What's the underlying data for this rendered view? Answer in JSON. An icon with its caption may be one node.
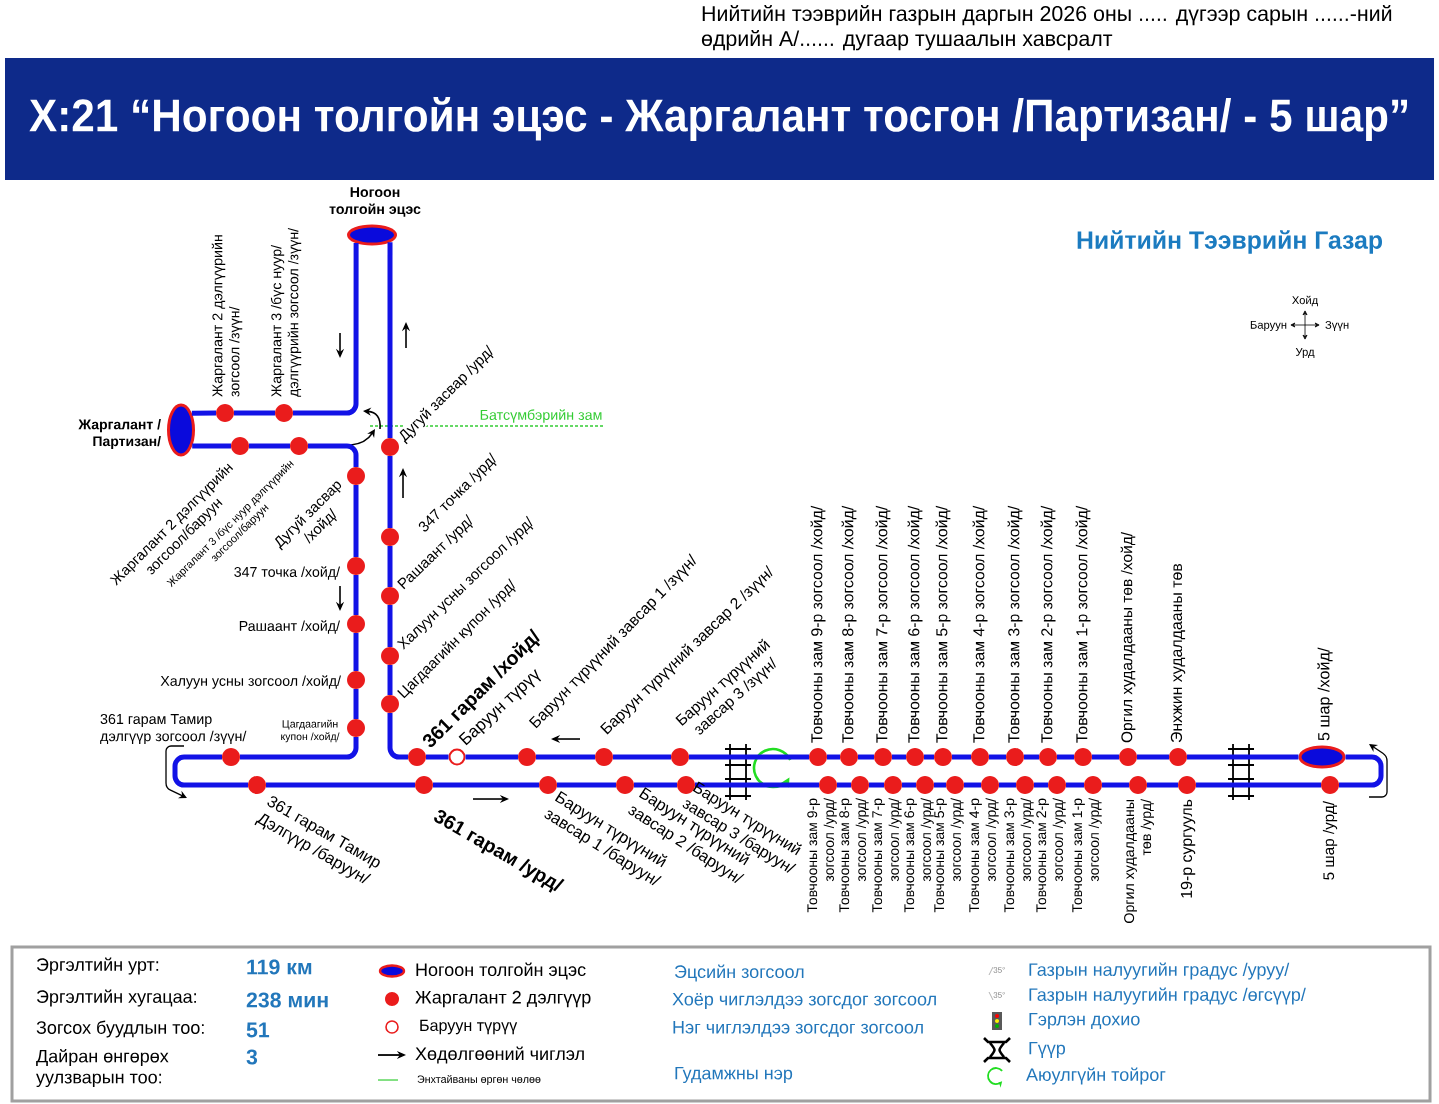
{
  "diagram": {
    "title": "Х:21 “Ногоон толгойн эцэс - Жаргалант тосгон /Партизан/ - 5 шар”",
    "nodes": [
      {
        "text": [],
        "shape": "ellipse",
        "beside": [
          "Ногоон толгойн эцэс"
        ]
      },
      {
        "text": [],
        "shape": "circle",
        "beside": [
          "Жаргалант 3 /бүс нуур/ дэлгүүрийн зогсоол /зүүн/"
        ]
      },
      {
        "text": [],
        "shape": "circle",
        "beside": [
          "Жаргалант 2 дэлгүүрийн зогсоол /зүүн/"
        ]
      },
      {
        "text": [],
        "shape": "ellipse",
        "beside": [
          "Жаргалант / Партизан/"
        ]
      },
      {
        "text": [],
        "shape": "circle",
        "beside": [
          "Жаргалант 2 дэлгүүрийн зогсоол/баруун"
        ]
      },
      {
        "text": [],
        "shape": "circle",
        "beside": [
          "Жаргалант 3 /бүс нуур дэлгүүрийн зогсоол/баруун"
        ]
      },
      {
        "text": [],
        "shape": "circle",
        "beside": [
          "Дугуй засвар /хойд/"
        ]
      },
      {
        "text": [],
        "shape": "circle",
        "beside": [
          "347 точка /хойд/"
        ]
      },
      {
        "text": [],
        "shape": "circle",
        "beside": [
          "Рашаант /хойд/"
        ]
      },
      {
        "text": [],
        "shape": "circle",
        "beside": [
          "Халуун усны зогсоол /хойд/"
        ]
      },
      {
        "text": [],
        "shape": "circle",
        "beside": [
          "Цагдаагийн купон /хойд/"
        ]
      },
      {
        "text": [],
        "shape": "circle",
        "beside": [
          "361 гарам Тамир дэлгүүр зогсоол /зүүн/"
        ]
      },
      {
        "text": [],
        "shape": "circle",
        "beside": [
          "361 гарам Тамир Дэлгүүр /баруун/"
        ]
      },
      {
        "text": [],
        "shape": "circle",
        "beside": [
          "361 гарам /урд/"
        ]
      },
      {
        "text": [],
        "shape": "circle",
        "beside": [
          "Баруун түрүүний завсар 1 /баруун/"
        ]
      },
      {
        "text": [],
        "shape": "circle",
        "beside": [
          "Баруун түрүүний завсар 2 /баруун/"
        ]
      },
      {
        "text": [],
        "shape": "circle",
        "beside": [
          "Баруун түрүүний завсар 3 /баруун/"
        ]
      },
      {
        "text": [],
        "shape": "circle",
        "beside": [
          "Товчооны зам 9-р зогсоол /урд/"
        ]
      },
      {
        "text": [],
        "shape": "circle",
        "beside": [
          "Товчооны зам 8-р зогсоол /урд/"
        ]
      },
      {
        "text": [],
        "shape": "circle",
        "beside": [
          "Товчооны зам 7-р зогсоол /урд/"
        ]
      },
      {
        "text": [],
        "shape": "circle",
        "beside": [
          "Товчооны зам 6-р зогсоол /урд/"
        ]
      },
      {
        "text": [],
        "shape": "circle",
        "beside": [
          "Товчооны зам 5-р зогсоол /урд/"
        ]
      },
      {
        "text": [],
        "shape": "circle",
        "beside": [
          "Товчооны зам 4-р зогсоол /урд/"
        ]
      },
      {
        "text": [],
        "shape": "circle",
        "beside": [
          "Товчооны зам 3-р зогсоол /урд/"
        ]
      },
      {
        "text": [],
        "shape": "circle",
        "beside": [
          "Товчооны зам 2-р зогсоол /урд/"
        ]
      },
      {
        "text": [],
        "shape": "circle",
        "beside": [
          "Товчооны зам 1-р зогсоол /урд/"
        ]
      },
      {
        "text": [],
        "shape": "circle",
        "beside": [
          "Оргил худалдааны төв /урд/"
        ]
      },
      {
        "text": [],
        "shape": "circle",
        "beside": [
          "19-р сургууль"
        ]
      },
      {
        "text": [],
        "shape": "circle",
        "beside": [
          "5 шар /урд/"
        ]
      },
      {
        "text": [],
        "shape": "ellipse",
        "beside": [
          "5 шар /хойд/"
        ]
      },
      {
        "text": [],
        "shape": "circle",
        "beside": [
          "Энхжин худалдааны төв"
        ]
      },
      {
        "text": [],
        "shape": "circle",
        "beside": [
          "Оргил худалдааны төв /хойд/"
        ]
      },
      {
        "text": [],
        "shape": "circle",
        "beside": [
          "Товчооны зам 1-р зогсоол /хойд/"
        ]
      },
      {
        "text": [],
        "shape": "circle",
        "beside": [
          "Товчооны зам 2-р зогсоол /хойд/"
        ]
      },
      {
        "text": [],
        "shape": "circle",
        "beside": [
          "Товчооны зам 3-р зогсоол /хойд/"
        ]
      },
      {
        "text": [],
        "shape": "circle",
        "beside": [
          "Товчооны зам 4-р зогсоол /хойд/"
        ]
      },
      {
        "text": [],
        "shape": "circle",
        "beside": [
          "Товчооны зам 5-р зогсоол /хойд/"
        ]
      },
      {
        "text": [],
        "shape": "circle",
        "beside": [
          "Товчооны зам 6-р зогсоол /хойд/"
        ]
      },
      {
        "text": [],
        "shape": "circle",
        "beside": [
          "Товчооны зам 7-р зогсоол /хойд/"
        ]
      },
      {
        "text": [],
        "shape": "circle",
        "beside": [
          "Товчооны зам 8-р зогсоол /хойд/"
        ]
      },
      {
        "text": [],
        "shape": "circle",
        "beside": [
          "Товчооны зам 9-р зогсоол /хойд/"
        ]
      },
      {
        "text": [],
        "shape": "circle",
        "beside": [
          "Баруун түрүүний завсар 3 /зүүн/"
        ]
      },
      {
        "text": [],
        "shape": "circle",
        "beside": [
          "Баруун түрүүний завсар 2 /зүүн/"
        ]
      },
      {
        "text": [],
        "shape": "circle",
        "beside": [
          "Баруун түрүүний завсар 1 /зүүн/"
        ]
      },
      {
        "text": [],
        "shape": "ring",
        "beside": [
          "Баруун түрүү"
        ]
      },
      {
        "text": [],
        "shape": "circle",
        "beside": [
          "361 гарам /хойд/"
        ]
      },
      {
        "text": [],
        "shape": "circle",
        "beside": [
          "Цагдаагийн купон /урд/"
        ]
      },
      {
        "text": [],
        "shape": "circle",
        "beside": [
          "Халуун усны зогсоол /урд/"
        ]
      },
      {
        "text": [],
        "shape": "circle",
        "beside": [
          "Рашаант /урд/"
        ]
      },
      {
        "text": [],
        "shape": "circle",
        "beside": [
          "347 точка /урд/"
        ]
      },
      {
        "text": [],
        "shape": "circle",
        "beside": [
          "Дугуй засвар /урд/"
        ]
      }
    ],
    "edges": [
      {
        "from": 0,
        "to": 1,
        "arrow": "none"
      },
      {
        "from": 1,
        "to": 2,
        "arrow": "none"
      },
      {
        "from": 2,
        "to": 3,
        "arrow": "none"
      },
      {
        "from": 3,
        "to": 4,
        "arrow": "none"
      },
      {
        "from": 4,
        "to": 5,
        "arrow": "none"
      },
      {
        "from": 5,
        "to": 6,
        "arrow": "none"
      },
      {
        "from": 6,
        "to": 7,
        "arrow": "none"
      },
      {
        "from": 7,
        "to": 8,
        "arrow": "none"
      },
      {
        "from": 8,
        "to": 9,
        "arrow": "none"
      },
      {
        "from": 9,
        "to": 10,
        "arrow": "none"
      },
      {
        "from": 10,
        "to": 11,
        "arrow": "none"
      },
      {
        "from": 11,
        "to": 12,
        "arrow": "none"
      },
      {
        "from": 12,
        "to": 13,
        "arrow": "none"
      },
      {
        "from": 13,
        "to": 14,
        "arrow": "none"
      },
      {
        "from": 14,
        "to": 15,
        "arrow": "none"
      },
      {
        "from": 15,
        "to": 16,
        "arrow": "none"
      },
      {
        "from": 16,
        "to": 17,
        "arrow": "none"
      },
      {
        "from": 17,
        "to": 18,
        "arrow": "none"
      },
      {
        "from": 18,
        "to": 19,
        "arrow": "none"
      },
      {
        "from": 19,
        "to": 20,
        "arrow": "none"
      },
      {
        "from": 20,
        "to": 21,
        "arrow": "none"
      },
      {
        "from": 21,
        "to": 22,
        "arrow": "none"
      },
      {
        "from": 22,
        "to": 23,
        "arrow": "none"
      },
      {
        "from": 23,
        "to": 24,
        "arrow": "none"
      },
      {
        "from": 24,
        "to": 25,
        "arrow": "none"
      },
      {
        "from": 25,
        "to": 26,
        "arrow": "none"
      },
      {
        "from": 26,
        "to": 27,
        "arrow": "none"
      },
      {
        "from": 27,
        "to": 28,
        "arrow": "none"
      },
      {
        "from": 28,
        "to": 29,
        "arrow": "none"
      },
      {
        "from": 29,
        "to": 30,
        "arrow": "none"
      },
      {
        "from": 30,
        "to": 31,
        "arrow": "none"
      },
      {
        "from": 31,
        "to": 32,
        "arrow": "none"
      },
      {
        "from": 32,
        "to": 33,
        "arrow": "none"
      },
      {
        "from": 33,
        "to": 34,
        "arrow": "none"
      },
      {
        "from": 34,
        "to": 35,
        "arrow": "none"
      },
      {
        "from": 35,
        "to": 36,
        "arrow": "none"
      },
      {
        "from": 36,
        "to": 37,
        "arrow": "none"
      },
      {
        "from": 37,
        "to": 38,
        "arrow": "none"
      },
      {
        "from": 38,
        "to": 39,
        "arrow": "none"
      },
      {
        "from": 39,
        "to": 40,
        "arrow": "none"
      },
      {
        "from": 40,
        "to": 41,
        "arrow": "none"
      },
      {
        "from": 41,
        "to": 42,
        "arrow": "none"
      },
      {
        "from": 42,
        "to": 43,
        "arrow": "none"
      },
      {
        "from": 43,
        "to": 44,
        "arrow": "none"
      },
      {
        "from": 44,
        "to": 45,
        "arrow": "none"
      },
      {
        "from": 45,
        "to": 46,
        "arrow": "none"
      },
      {
        "from": 46,
        "to": 47,
        "arrow": "none"
      },
      {
        "from": 47,
        "to": 48,
        "arrow": "none"
      },
      {
        "from": 48,
        "to": 49,
        "arrow": "none"
      },
      {
        "from": 49,
        "to": 50,
        "arrow": "none"
      },
      {
        "from": 50,
        "to": 0,
        "arrow": "none"
      }
    ],
    "labels": [
      "Нийтийн тээврийн газрын даргын 2026 оны ..... дүгээр сарын ......-ний өдрийн А/...... дугаар тушаалын хавсралт",
      "Нийтийн Тээврийн Газар",
      "Хойд",
      "Баруун",
      "Зүүн",
      "Урд",
      "Батсүмбэрийн зам",
      "Эргэлтийн урт:",
      "119 км",
      "Эргэлтийн хугацаа:",
      "238 мин",
      "Зогсох буудлын тоо:",
      "51",
      "Дайран өнгөрөх уулзварын тоо:",
      "3",
      "35°",
      "35°"
    ],
    "legend": [
      {
        "text": "Ногоон толгойн эцэс"
      },
      {
        "text": "Жаргалант 2 дэлгүүр"
      },
      {
        "text": "Баруун түрүү"
      },
      {
        "text": "Хөдөлгөөний чиглэл"
      },
      {
        "text": "Энхтайваны өргөн чөлөө"
      },
      {
        "text": "Эцсийн зогсоол"
      },
      {
        "text": "Хоёр чиглэлдээ зогсдог зогсоол"
      },
      {
        "text": "Нэг чиглэлдээ зогсдог зогсоол"
      },
      {
        "text": "Гудамжны нэр"
      },
      {
        "text": "Газрын налуугийн градус /уруу/"
      },
      {
        "text": "Газрын налуугийн градус /өгсүүр/"
      },
      {
        "text": "Гэрлэн дохио"
      },
      {
        "text": "Гүүр"
      },
      {
        "text": "Аюулгүйн тойрог"
      }
    ]
  }
}
